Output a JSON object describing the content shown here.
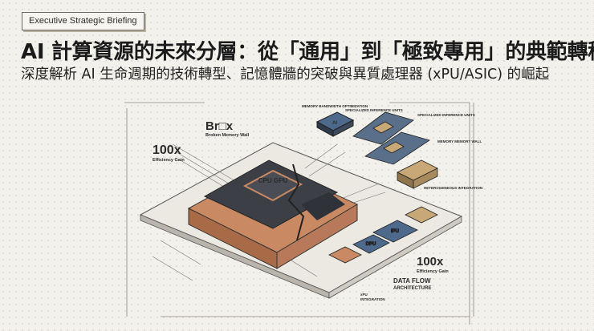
{
  "badge": "Executive Strategic Briefing",
  "title": "AI 計算資源的未來分層：從「通用」到「極致專用」的典範轉移",
  "subtitle": "深度解析 AI 生命週期的技術轉型、記憶體牆的突破與異質處理器 (xPU/ASIC) 的崛起",
  "illustration": {
    "broken_wall_heading": "Broken Memory Wall",
    "gain_left_value": "100x",
    "gain_left_label": "Efficiency Gain",
    "memory_bandwidth": "MEMORY BANDWIDTH OPTIMIZATION",
    "specialized_inference_1": "SPECIALIZED INFERENCE UNITS",
    "specialized_inference_2": "SPECIALIZED INFERENCE UNITS",
    "memory_wall": "MEMORY MEMORY WALL",
    "heterogeneous": "HETEROGENEOUS INTEGRATION",
    "cpu_gpu": "CPU GPU",
    "ai_chip": "AI",
    "dpu_chip": "DPU",
    "ipu_chip": "IPU",
    "gain_right_value": "100x",
    "gain_right_label": "Efficiency Gain",
    "data_flow_1": "DATA FLOW",
    "data_flow_2": "ARCHITECTURE",
    "xpu_1": "xPU",
    "xpu_2": "INTEGRATION",
    "colors": {
      "copper": "#c98a63",
      "chip_dark": "#3c3f46",
      "board": "#e9e6df",
      "blue_chip": "#4d6a8c",
      "gold": "#c9a877"
    }
  }
}
